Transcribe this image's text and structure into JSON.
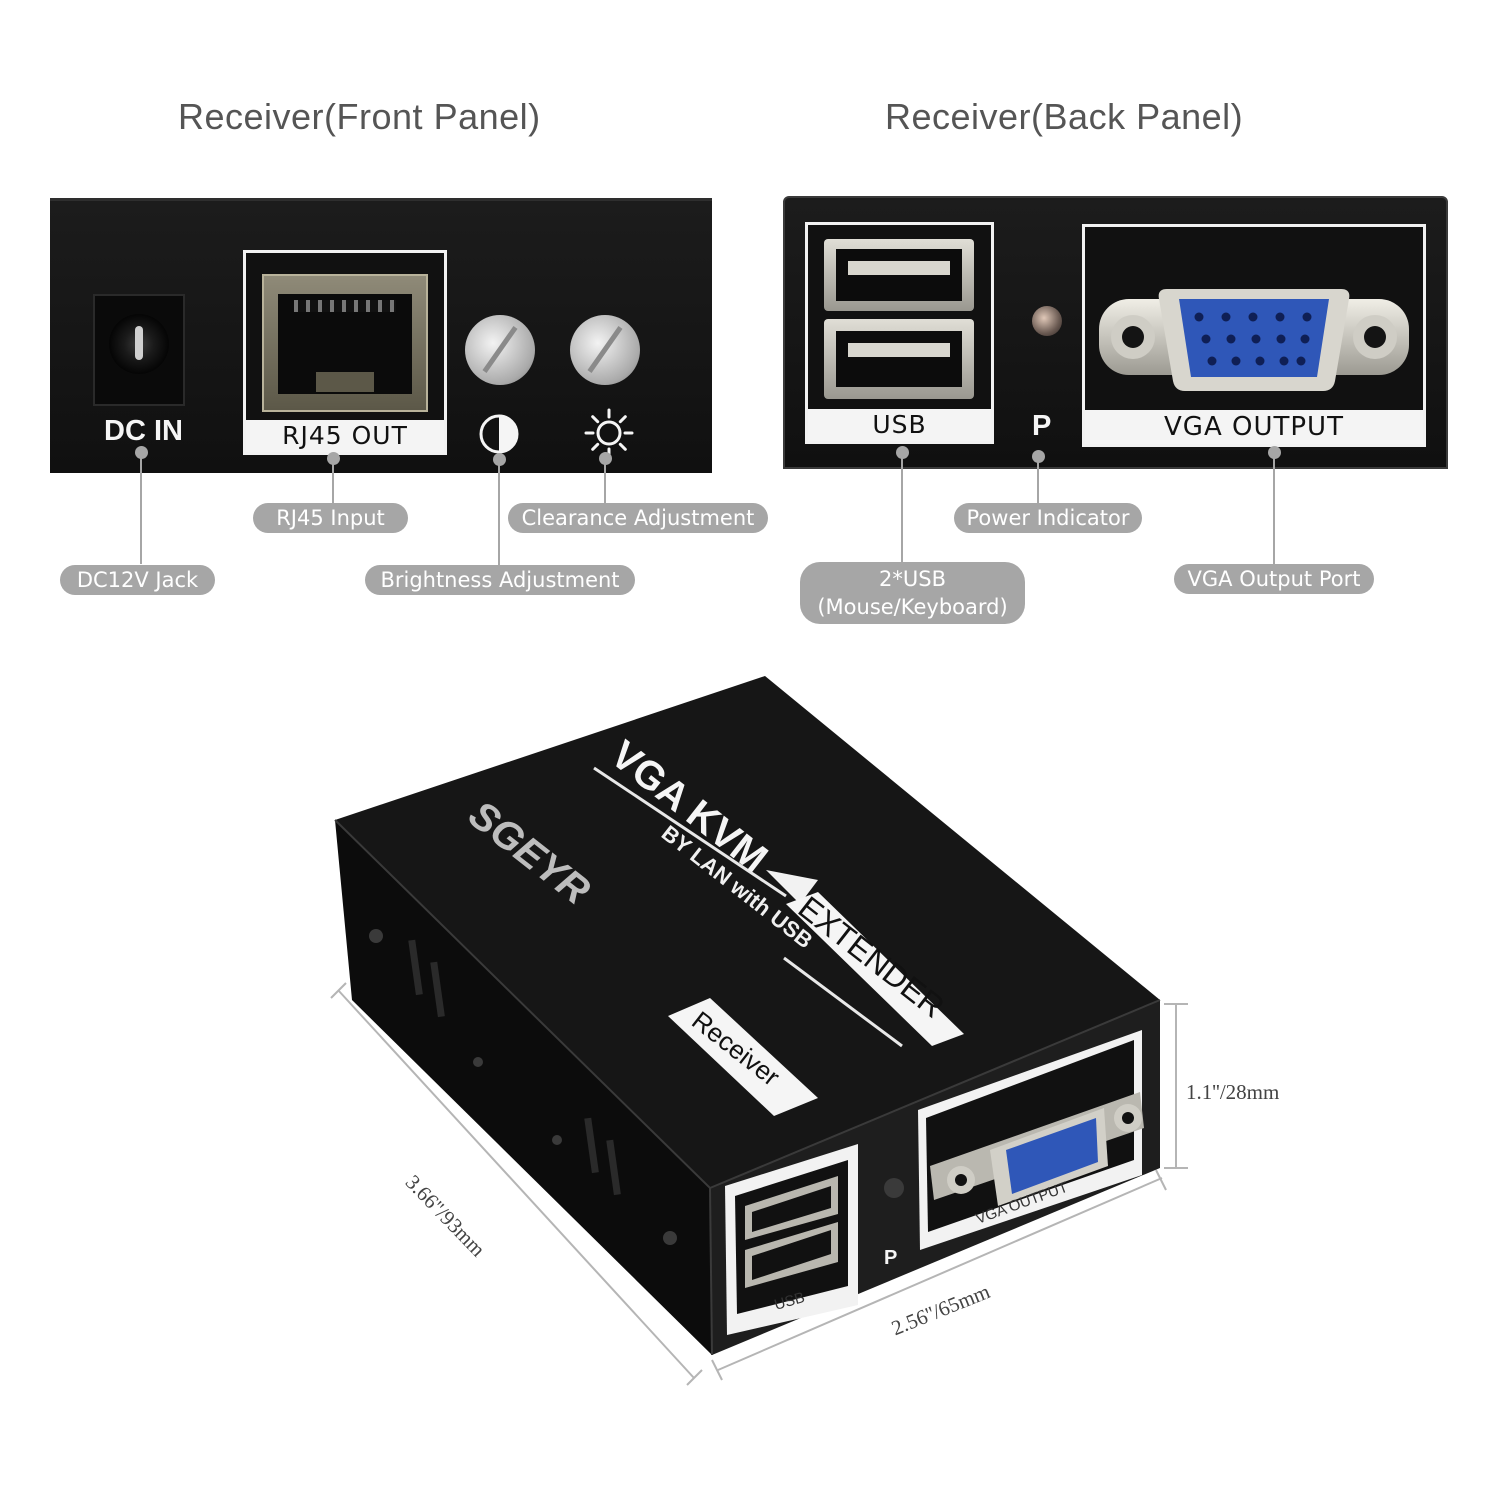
{
  "titles": {
    "front": "Receiver(Front Panel)",
    "back": "Receiver(Back Panel)"
  },
  "front_panel": {
    "dc_in": "DC IN",
    "rj45_out": "RJ45 OUT",
    "icon_contrast": "contrast-icon",
    "icon_brightness": "sun-icon"
  },
  "back_panel": {
    "usb": "USB",
    "p": "P",
    "vga_output": "VGA OUTPUT"
  },
  "callouts": {
    "dc12v": "DC12V Jack",
    "rj45_input": "RJ45 Input",
    "brightness": "Brightness Adjustment",
    "clearance": "Clearance Adjustment",
    "power_indicator": "Power Indicator",
    "usb_line1": "2*USB",
    "usb_line2": "(Mouse/Keyboard)",
    "vga_port": "VGA Output Port"
  },
  "device": {
    "title": "VGA KVM",
    "extender": "EXTENDER",
    "subtitle": "BY LAN with USB",
    "brand": "SGEYR",
    "receiver": "Receiver",
    "port_vga": "VGA OUTPUT",
    "port_usb": "USB",
    "port_p": "P"
  },
  "dimensions": {
    "length": "3.66''/93mm",
    "width": "2.56''/65mm",
    "height": "1.1''/28mm"
  },
  "colors": {
    "callout": "#a6a6a6",
    "panel": "#141414",
    "vga_blue": "#2f57b8"
  }
}
